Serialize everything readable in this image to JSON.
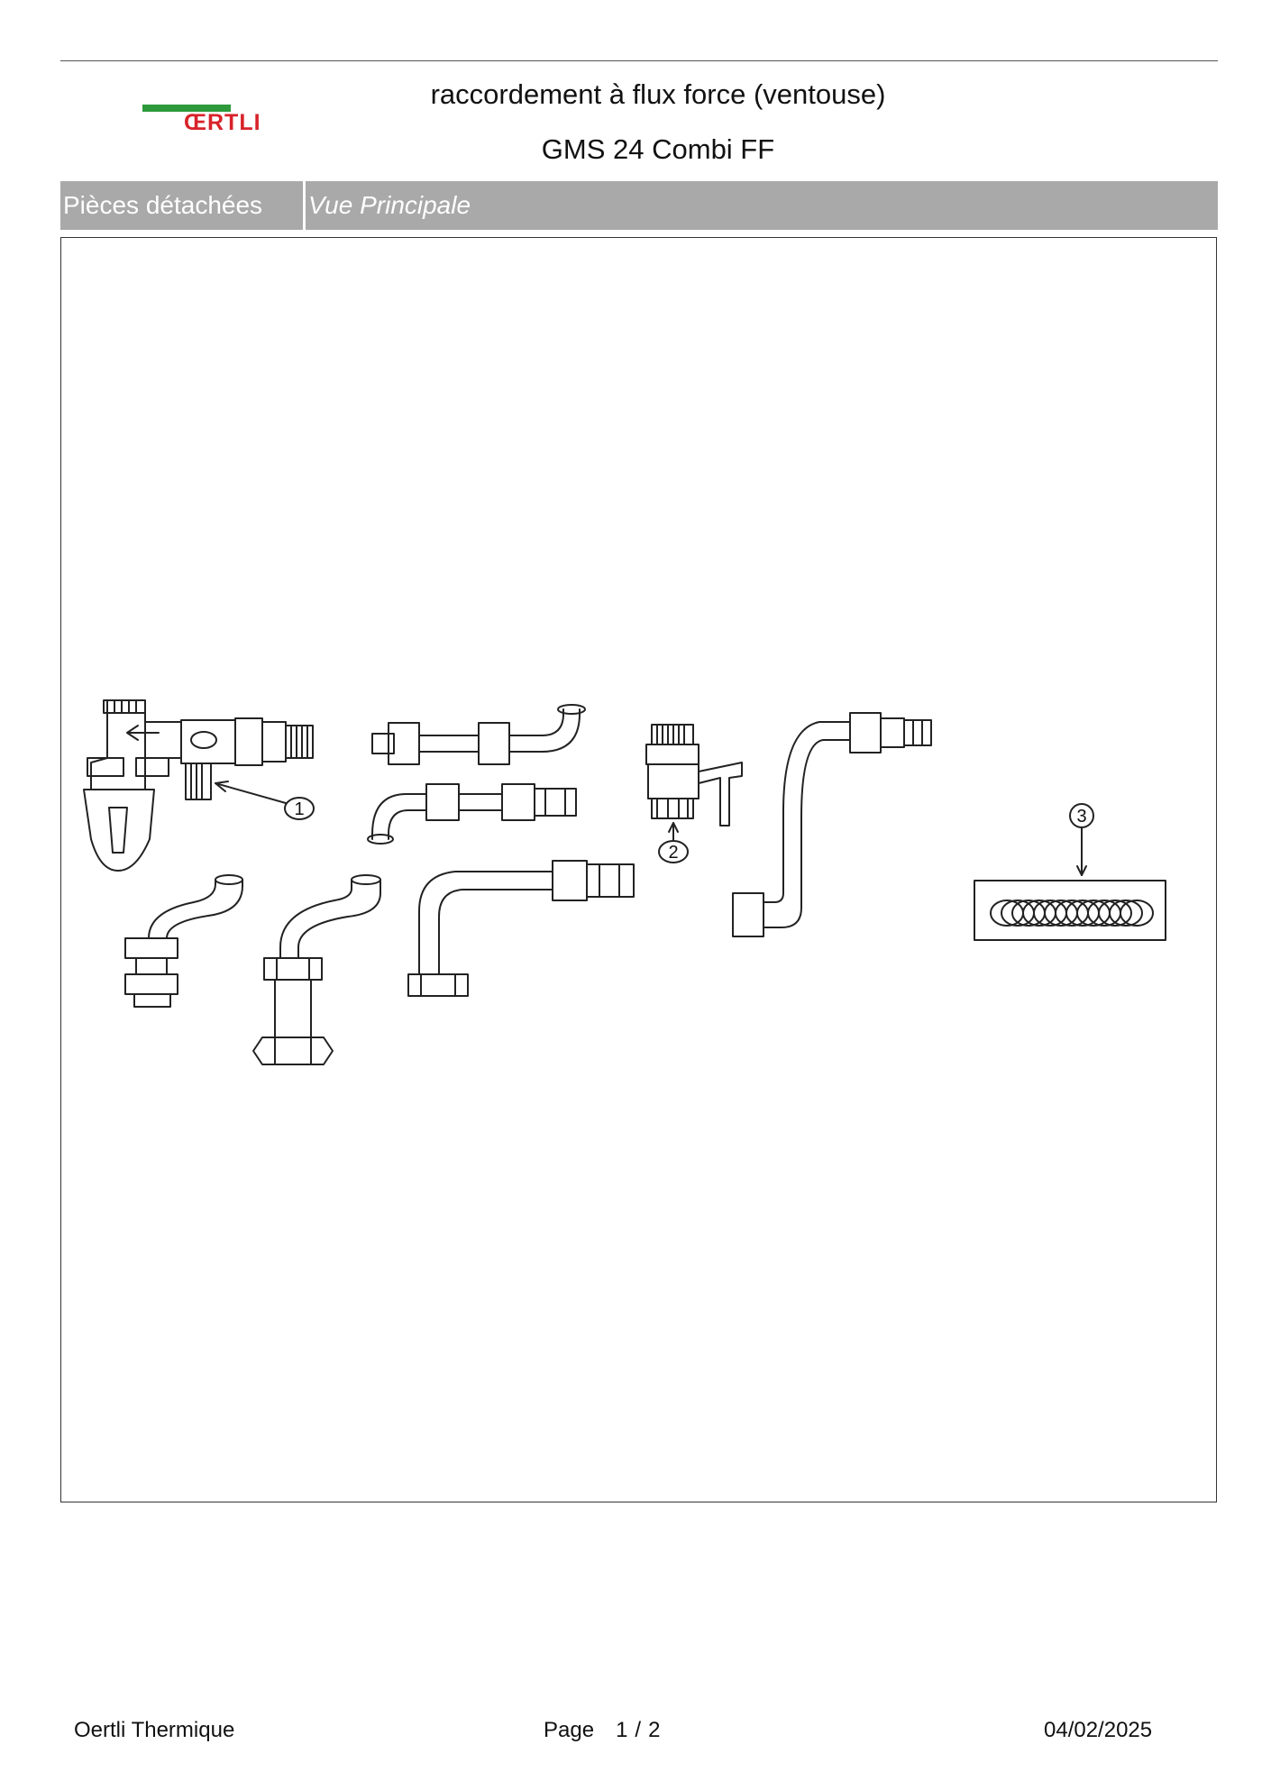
{
  "brand": {
    "logo_text": "ŒRTLI",
    "bar_color": "#2e9a3c",
    "text_color": "#d8232a"
  },
  "header": {
    "title": "raccordement à flux force (ventouse)",
    "subtitle": "GMS 24 Combi FF"
  },
  "section": {
    "label": "Pièces détachées",
    "view": "Vue Principale",
    "bar_color": "#a9a9a9"
  },
  "callouts": {
    "c1": "1",
    "c2": "2",
    "c3": "3"
  },
  "footer": {
    "company": "Oertli Thermique",
    "page_label": "Page",
    "page_current": "1",
    "page_sep": "/",
    "page_total": "2",
    "date": "04/02/2025"
  }
}
